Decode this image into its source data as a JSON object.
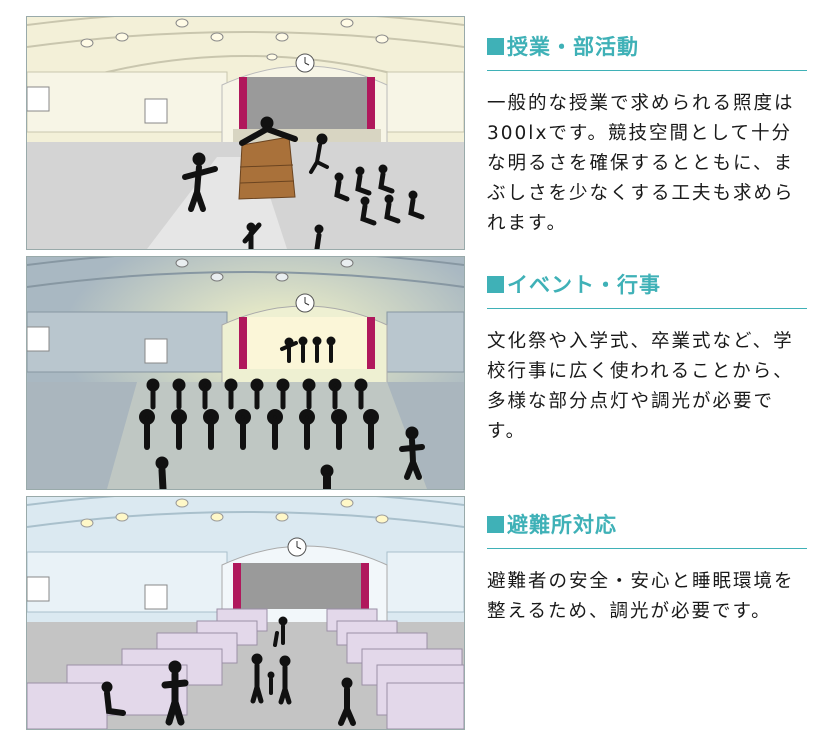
{
  "sections": [
    {
      "title": "授業・部活動",
      "body": "一般的な授業で求められる照度は300lxです。競技空間として十分な明るさを確保するとともに、まぶしさを少なくする工夫も求められます。",
      "illustration": "gym-class-scene"
    },
    {
      "title": "イベント・行事",
      "body": "文化祭や入学式、卒業式など、学校行事に広く使われることから、多様な部分点灯や調光が必要です。",
      "illustration": "gym-event-scene"
    },
    {
      "title": "避難所対応",
      "body": "避難者の安全・安心と睡眠環境を整えるため、調光が必要です。",
      "illustration": "gym-shelter-scene"
    }
  ],
  "colors": {
    "accent": "#3fb1b7",
    "panel1_bg": "#f3f0d8",
    "panel2_bg": "#a9b8c2",
    "panel3_bg": "#dbe9f1",
    "curtain": "#b0185c",
    "cot": "#e3d8ea"
  }
}
